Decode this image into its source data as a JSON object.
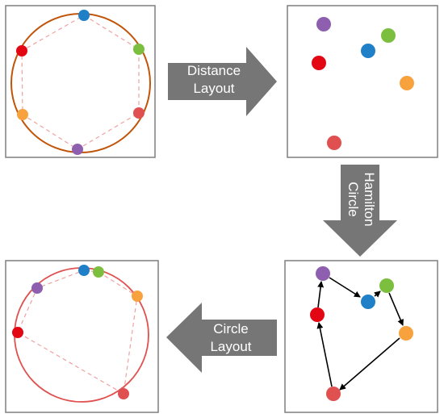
{
  "arrows": {
    "distance_layout": {
      "line1": "Distance",
      "line2": "Layout"
    },
    "hamilton_circle": {
      "line1": "Hamilton",
      "line2": "Circle"
    },
    "circle_layout": {
      "line1": "Circle",
      "line2": "Layout"
    }
  },
  "colors": {
    "panel_border": "#7f7f7f",
    "arrow_fill": "#767676",
    "arrow_text": "#ffffff",
    "panel1_circle": "#c0550a",
    "panel4_circle": "#e05050",
    "dashed_edge": "#f0a0a0",
    "hamilton_edge": "#000000",
    "node_blue": "#1f7fc7",
    "node_green": "#7cbf3f",
    "node_red_dark": "#e30613",
    "node_red_soft": "#e05050",
    "node_orange": "#f7a23c",
    "node_purple": "#8e5fae"
  },
  "node_colors_by_panel": {
    "initial_circle": [
      "node_blue",
      "node_green",
      "node_red_soft",
      "node_purple",
      "node_orange",
      "node_red_dark"
    ],
    "distance_layout": [
      "node_purple",
      "node_green",
      "node_blue",
      "node_red_dark",
      "node_orange",
      "node_red_soft"
    ],
    "hamilton_path": [
      "node_purple",
      "node_blue",
      "node_green",
      "node_orange",
      "node_red_soft",
      "node_red_dark"
    ],
    "circle_layout": [
      "node_blue",
      "node_green",
      "node_purple",
      "node_orange",
      "node_red_dark",
      "node_red_soft"
    ]
  }
}
